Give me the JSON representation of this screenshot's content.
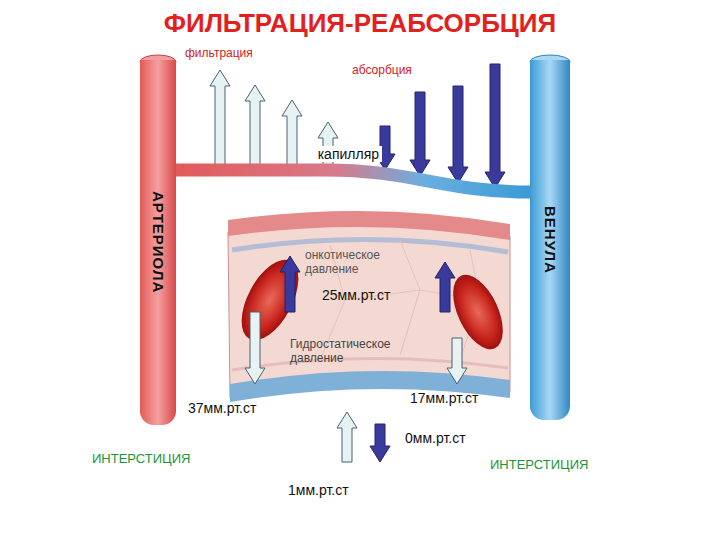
{
  "diagram": {
    "title": "ФИЛЬТРАЦИЯ-РЕАБСОРБЦИЯ",
    "nodes": [
      {
        "text": [
          "АРТЕРИОЛА"
        ]
      },
      {
        "text": [
          "ВЕНУЛА"
        ]
      }
    ],
    "edges": [
      {
        "from": 0,
        "to": 1,
        "arrow": "none",
        "label": "капилляр"
      }
    ],
    "labels": [
      "фильтрация",
      "абсорбция",
      "онкотическое давление",
      "25мм.рт.ст",
      "Гидростатическое давление",
      "37мм.рт.ст",
      "17мм.рт.ст",
      "0мм.рт.ст",
      "1мм.рт.ст",
      "ИНТЕРСТИЦИЯ",
      "ИНТЕРСТИЦИЯ"
    ]
  }
}
